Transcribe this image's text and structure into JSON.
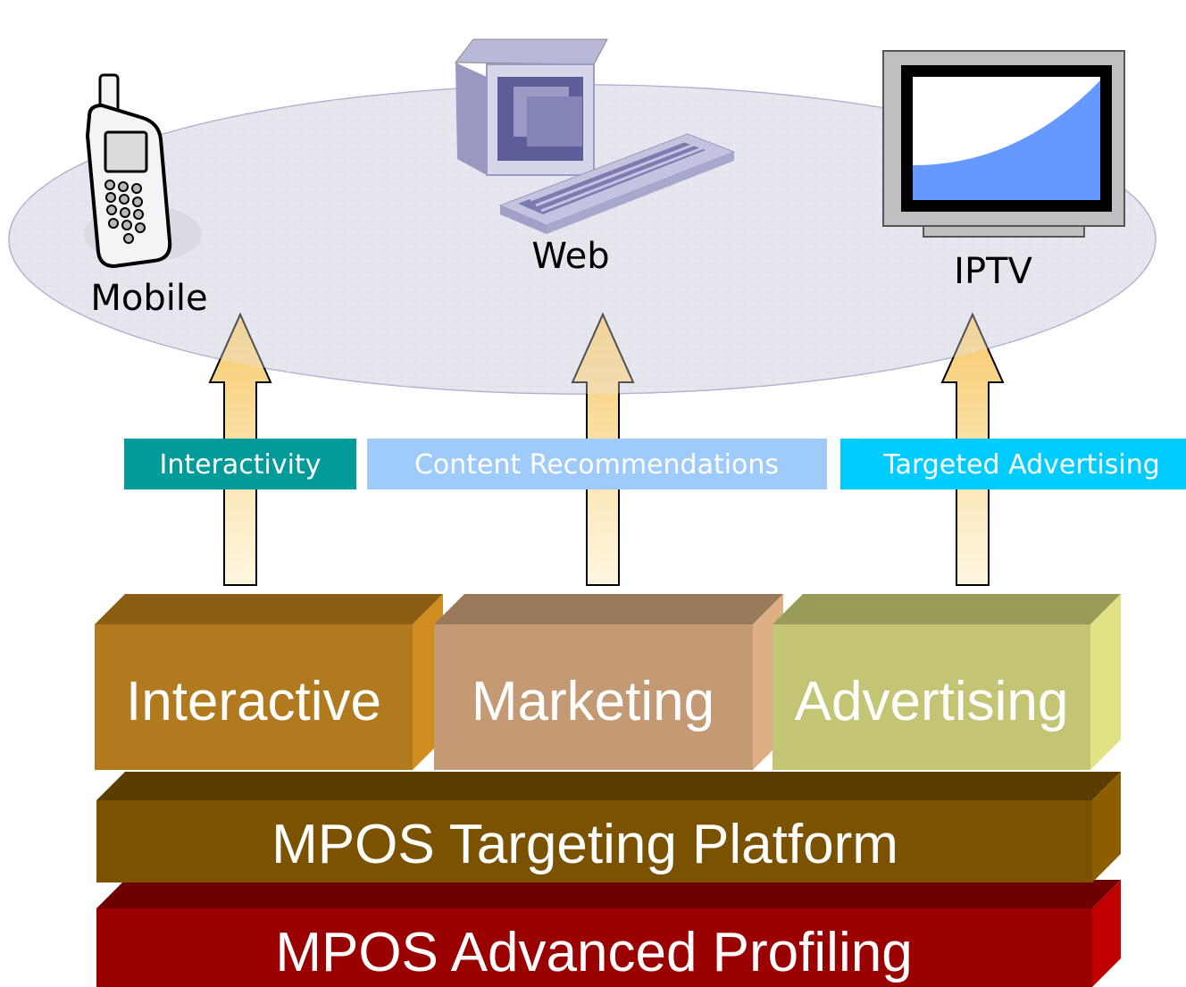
{
  "devices": {
    "mobile": {
      "label": "Mobile"
    },
    "web": {
      "label": "Web"
    },
    "iptv": {
      "label": "IPTV"
    }
  },
  "services": [
    {
      "label": "Interactivity",
      "color": "#039b99"
    },
    {
      "label": "Content Recommendations",
      "color": "#9fcbfb"
    },
    {
      "label": "Targeted Advertising",
      "color": "#00ccff"
    }
  ],
  "modules": {
    "interactive": {
      "label": "Interactive",
      "color": "#b17a1e"
    },
    "marketing": {
      "label": "Marketing",
      "color": "#c39a74"
    },
    "advertising": {
      "label": "Advertising",
      "color": "#c3c574"
    }
  },
  "platform": {
    "label": "MPOS Targeting Platform",
    "color": "#7a5200"
  },
  "profiling": {
    "label": "MPOS Advanced Profiling",
    "color": "#9b0000"
  }
}
